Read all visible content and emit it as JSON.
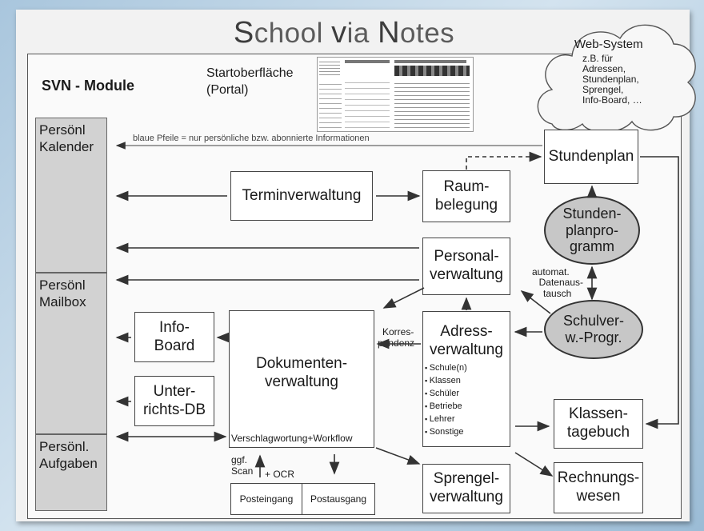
{
  "title": {
    "s": "S",
    "chool": "chool ",
    "v": "v",
    "ia": "ia ",
    "n": "N",
    "otes": "otes"
  },
  "module_label": "SVN - Module",
  "portal": {
    "line1": "Startoberfläche",
    "line2": "(Portal)"
  },
  "cloud": {
    "title": "Web-System",
    "lines": [
      "z.B. für",
      "Adressen,",
      "Stundenplan,",
      "Sprengel,",
      "Info-Board, …"
    ]
  },
  "sidebar": [
    {
      "line1": "Persönl",
      "line2": "Kalender"
    },
    {
      "line1": "Persönl",
      "line2": "Mailbox"
    },
    {
      "line1": "Persönl.",
      "line2": "Aufgaben"
    }
  ],
  "legend_note": "blaue Pfeile = nur persönliche bzw. abonnierte Informationen",
  "boxes": {
    "terminverwaltung": "Terminverwaltung",
    "raumbelegung": [
      "Raum-",
      "belegung"
    ],
    "stundenplan": "Stundenplan",
    "personalverwaltung": [
      "Personal-",
      "verwaltung"
    ],
    "infoboard": [
      "Info-",
      "Board"
    ],
    "unterrichtsdb": [
      "Unter-",
      "richts-DB"
    ],
    "dokumentenverwaltung": [
      "Dokumenten-",
      "verwaltung"
    ],
    "dok_footer": "Verschlagwortung+Workflow",
    "adressverwaltung": [
      "Adress-",
      "verwaltung"
    ],
    "adress_items": [
      "Schule(n)",
      "Klassen",
      "Schüler",
      "Betriebe",
      "Lehrer",
      "Sonstige"
    ],
    "klassentagebuch": [
      "Klassen-",
      "tagebuch"
    ],
    "rechnungswesen": [
      "Rechnungs-",
      "wesen"
    ],
    "sprengelverwaltung": [
      "Sprengel-",
      "verwaltung"
    ],
    "posteingang": "Posteingang",
    "postausgang": "Postausgang"
  },
  "ellipses": {
    "stundenplanprogramm": [
      "Stunden-",
      "planpro-",
      "gramm"
    ],
    "schulverwprogr": [
      "Schulver-",
      "w.-Progr."
    ]
  },
  "labels": {
    "datenaustausch": [
      "automat.",
      "Datenaus-",
      "tausch"
    ],
    "korrespondenz": [
      "Korres-",
      "pondenz"
    ],
    "scan": [
      "ggf.",
      "Scan"
    ],
    "ocr": "+ OCR"
  },
  "colors": {
    "background": "#b7d0e3",
    "box_gray": "#d2d2d2",
    "ellipse": "#c7c7c7",
    "line": "#444444"
  }
}
